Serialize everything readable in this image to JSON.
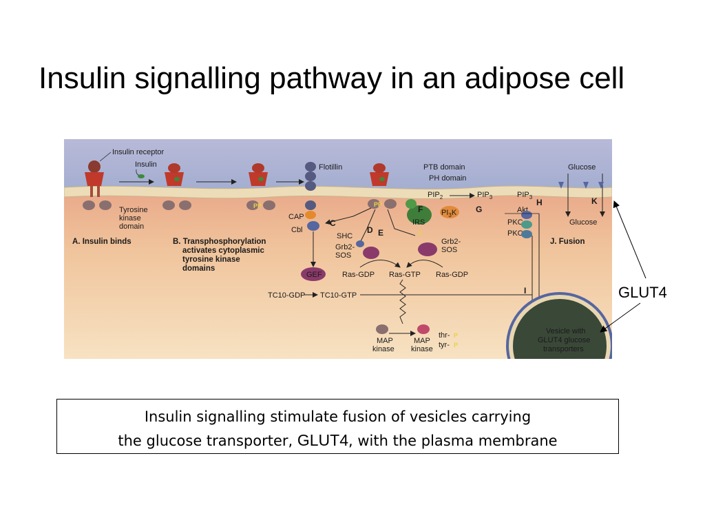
{
  "title": "Insulin signalling pathway in an adipose cell",
  "figure": {
    "labels": {
      "insulin_receptor": "Insulin receptor",
      "insulin": "Insulin",
      "tyrosine_kinase_domain": [
        "Tyrosine",
        "kinase",
        "domain"
      ],
      "step_a": "A. Insulin binds",
      "step_b": [
        "B. Transphosphorylation",
        "activates cytoplasmic",
        "tyrosine kinase",
        "domains"
      ],
      "flotillin": "Flotillin",
      "cap": "CAP",
      "cbl": "Cbl",
      "ptb_domain": "PTB domain",
      "ph_domain": "PH domain",
      "pip2": "PIP",
      "pip2_sub": "2",
      "pip3": "PIP",
      "pip3_sub": "3",
      "irs": "IRS",
      "pi3k": "PI",
      "pi3k_sub": "3",
      "pi3k_k": "K",
      "shc": "SHC",
      "grb2_sos_left": [
        "Grb2-",
        "SOS"
      ],
      "grb2_sos_right": [
        "Grb2-",
        "SOS"
      ],
      "gef": "GEF",
      "ras_gdp_left": "Ras-GDP",
      "ras_gtp": "Ras-GTP",
      "ras_gdp_right": "Ras-GDP",
      "tc10_gdp": "TC10-GDP",
      "tc10_gtp": "TC10-GTP",
      "map_kinase_left": [
        "MAP",
        "kinase"
      ],
      "map_kinase_right": [
        "MAP",
        "kinase"
      ],
      "thr": "thr-",
      "tyr": "tyr-",
      "pip3_right": "PIP",
      "pip3_right_sub": "3",
      "akt": "Akt",
      "pkc1": "PKC",
      "pkc2": "PKC",
      "glucose_top": "Glucose",
      "glucose_bottom": "Glucose",
      "j_fusion": "J. Fusion",
      "vesicle": [
        "Vesicle with",
        "GLUT4 glucose",
        "transporters"
      ],
      "p": "P",
      "pp": "PP"
    },
    "step_letters": {
      "c": "C",
      "d": "D",
      "e": "E",
      "f": "F",
      "g": "G",
      "h": "H",
      "i": "I",
      "k": "K"
    }
  },
  "glut4_label": "GLUT4",
  "caption": {
    "line1": "Insulin signalling stimulate fusion of vesicles carrying",
    "line2_before": "the glucose transporter, ",
    "line2_highlight": "GLUT4",
    "line2_after": ", with the plasma membrane"
  },
  "colors": {
    "extracellular": "#aeb6d4",
    "cytoplasm": "#f2c79a",
    "membrane": "#e9d7b2",
    "receptor": "#c0392b",
    "kinase": "#8a6f6f",
    "irs": "#3f7d3a",
    "vesicle": "#3a4838"
  }
}
